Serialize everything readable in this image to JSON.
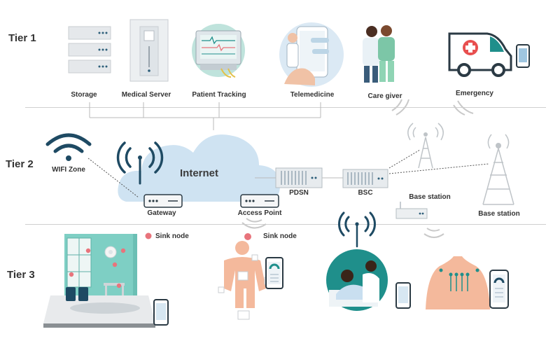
{
  "tiers": {
    "tier1": "Tier 1",
    "tier2": "Tier 2",
    "tier3": "Tier 3"
  },
  "tier1_items": {
    "storage": "Storage",
    "medical_server": "Medical Server",
    "patient_tracking": "Patient Tracking",
    "telemedicine": "Telemedicine",
    "care_giver": "Care giver",
    "emergency": "Emergency"
  },
  "tier2_items": {
    "wifi_zone": "WIFI Zone",
    "internet": "Internet",
    "gateway": "Gateway",
    "access_point": "Access Point",
    "pdsn": "PDSN",
    "bsc": "BSC",
    "base_station_near": "Base station",
    "base_station_far": "Base station"
  },
  "tier3_items": {
    "sink_node_room": "Sink node",
    "sink_node_body": "Sink node"
  },
  "colors": {
    "teal": "#1f8f8b",
    "navy": "#1e4a63",
    "cloud": "#cfe3f2",
    "skin": "#f4b99c",
    "red_dot": "#e8747c",
    "line": "#b9b9b9",
    "device": "#e4e8ec"
  }
}
